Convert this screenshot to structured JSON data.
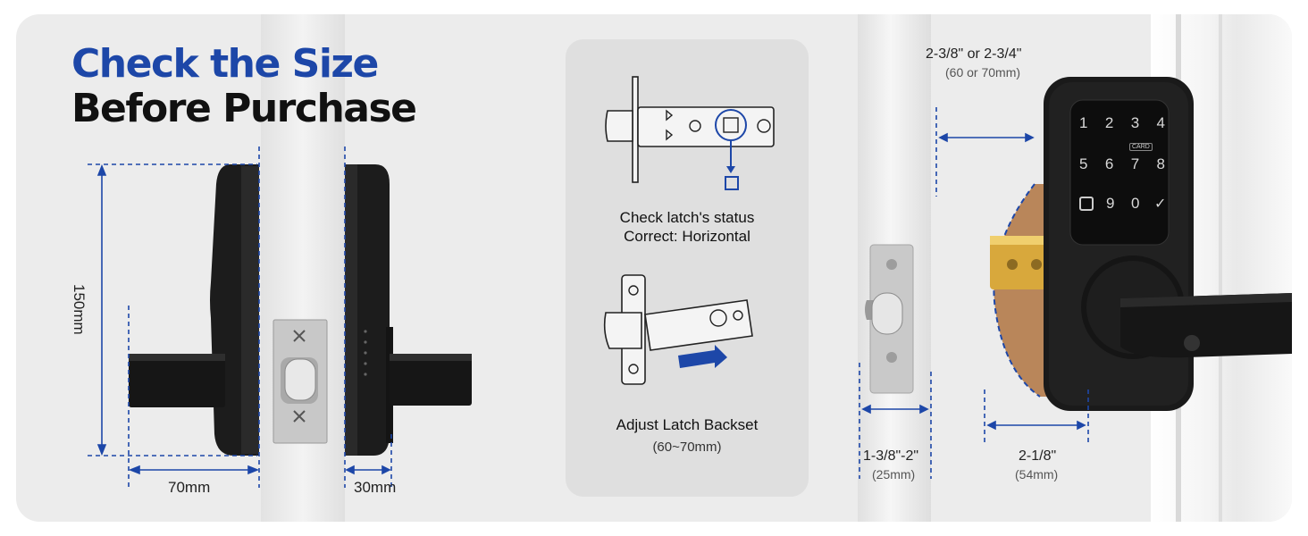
{
  "title": {
    "line1": "Check the Size",
    "line2": "Before Purchase"
  },
  "left_diagram": {
    "height_label": "150mm",
    "depth_label": "70mm",
    "thickness_label": "30mm"
  },
  "latch_panel": {
    "status_line1": "Check latch's status",
    "status_line2": "Correct: Horizontal",
    "backset_title": "Adjust Latch Backset",
    "backset_range": "(60~70mm)"
  },
  "right_diagram": {
    "backset_label": "2-3/8\" or 2-3/4\"",
    "backset_metric": "(60 or 70mm)",
    "door_thickness_label": "1-3/8\"-2\"",
    "door_thickness_metric": "(25mm)",
    "bore_label": "2-1/8\"",
    "bore_metric": "(54mm)"
  },
  "keypad": {
    "keys_row1": [
      "1",
      "2",
      "3",
      "4"
    ],
    "card_label": "CARD",
    "keys_row2": [
      "5",
      "6",
      "7",
      "8"
    ],
    "keys_row3": [
      "9",
      "0"
    ]
  },
  "colors": {
    "accent_blue": "#1d47a8",
    "lock_black": "#1a1a1a",
    "panel_gray": "#dfdfdf",
    "brass": "#d8a83c"
  }
}
